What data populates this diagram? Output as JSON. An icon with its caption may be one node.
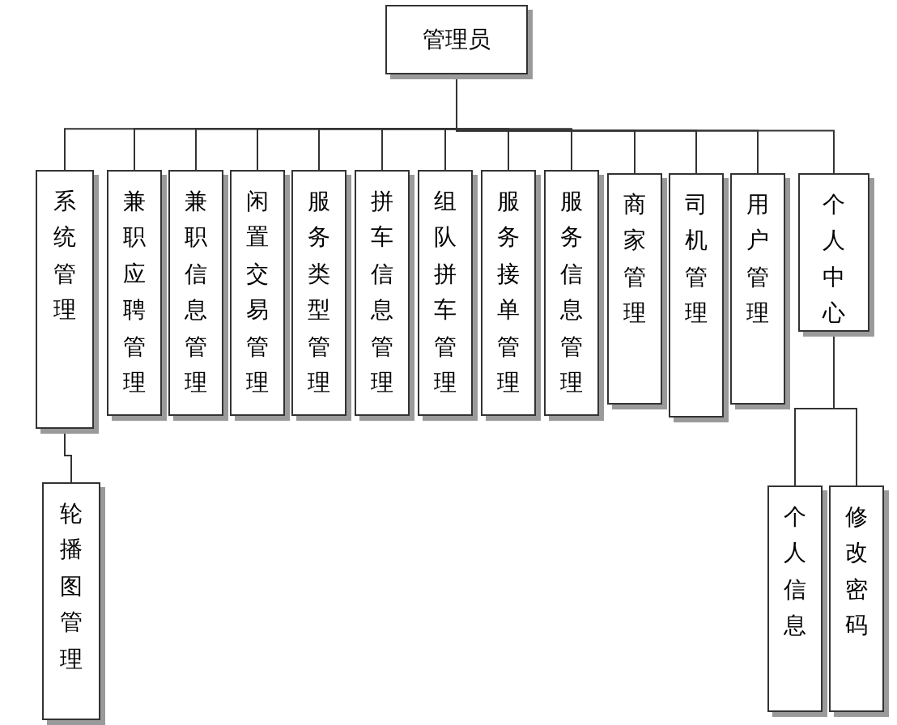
{
  "diagram": {
    "nodes": [
      {
        "text": [
          "管理员"
        ]
      },
      {
        "text": [
          "系统管理"
        ]
      },
      {
        "text": [
          "兼职应聘管理"
        ]
      },
      {
        "text": [
          "兼职信息管理"
        ]
      },
      {
        "text": [
          "闲置交易管理"
        ]
      },
      {
        "text": [
          "服务类型管理"
        ]
      },
      {
        "text": [
          "拼车信息管理"
        ]
      },
      {
        "text": [
          "组队拼车管理"
        ]
      },
      {
        "text": [
          "服务接单管理"
        ]
      },
      {
        "text": [
          "服务信息管理"
        ]
      },
      {
        "text": [
          "商家管理"
        ]
      },
      {
        "text": [
          "司机管理"
        ]
      },
      {
        "text": [
          "用户管理"
        ]
      },
      {
        "text": [
          "个人中心"
        ]
      },
      {
        "text": [
          "轮播图管理"
        ]
      },
      {
        "text": [
          "个人信息"
        ]
      },
      {
        "text": [
          "修改密码"
        ]
      }
    ],
    "edges": [
      {
        "from": 0,
        "to": 1,
        "arrow": "none"
      },
      {
        "from": 0,
        "to": 2,
        "arrow": "none"
      },
      {
        "from": 0,
        "to": 3,
        "arrow": "none"
      },
      {
        "from": 0,
        "to": 4,
        "arrow": "none"
      },
      {
        "from": 0,
        "to": 5,
        "arrow": "none"
      },
      {
        "from": 0,
        "to": 6,
        "arrow": "none"
      },
      {
        "from": 0,
        "to": 7,
        "arrow": "none"
      },
      {
        "from": 0,
        "to": 8,
        "arrow": "none"
      },
      {
        "from": 0,
        "to": 9,
        "arrow": "none"
      },
      {
        "from": 0,
        "to": 10,
        "arrow": "none"
      },
      {
        "from": 0,
        "to": 11,
        "arrow": "none"
      },
      {
        "from": 0,
        "to": 12,
        "arrow": "none"
      },
      {
        "from": 0,
        "to": 13,
        "arrow": "none"
      },
      {
        "from": 1,
        "to": 14,
        "arrow": "none"
      },
      {
        "from": 13,
        "to": 15,
        "arrow": "none"
      },
      {
        "from": 13,
        "to": 16,
        "arrow": "none"
      }
    ]
  }
}
